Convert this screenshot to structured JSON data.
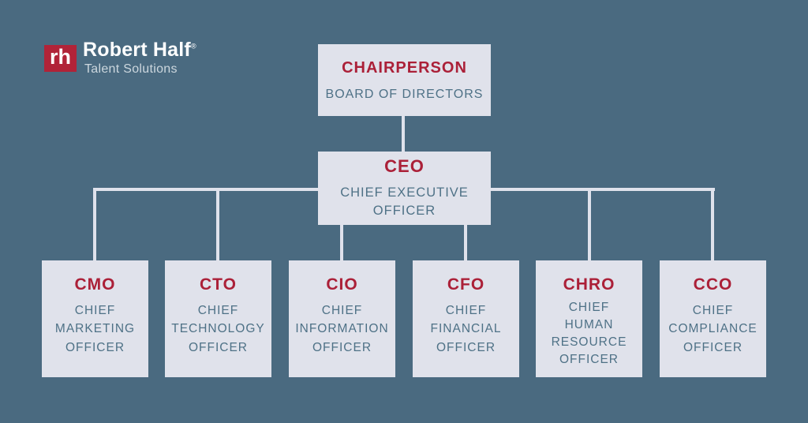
{
  "colors": {
    "background": "#4a6a80",
    "box_fill": "#e0e2eb",
    "connector": "#dfe2ec",
    "accent_red": "#ab2038",
    "brand_red": "#b12338",
    "role_text": "#4e7186",
    "logo_text": "#ffffff",
    "logo_subtext": "#ccd7de"
  },
  "logo": {
    "badge": "rh",
    "name": "Robert Half",
    "registered": "®",
    "subtitle": "Talent Solutions"
  },
  "org": {
    "chairperson": {
      "title": "CHAIRPERSON",
      "subtitle": "BOARD OF DIRECTORS"
    },
    "ceo": {
      "title": "CEO",
      "subtitle": "CHIEF EXECUTIVE\nOFFICER"
    },
    "officers": [
      {
        "acronym": "CMO",
        "title": "CHIEF\nMARKETING\nOFFICER"
      },
      {
        "acronym": "CTO",
        "title": "CHIEF\nTECHNOLOGY\nOFFICER"
      },
      {
        "acronym": "CIO",
        "title": "CHIEF\nINFORMATION\nOFFICER"
      },
      {
        "acronym": "CFO",
        "title": "CHIEF\nFINANCIAL\nOFFICER"
      },
      {
        "acronym": "CHRO",
        "title": "CHIEF\nHUMAN\nRESOURCE\nOFFICER"
      },
      {
        "acronym": "CCO",
        "title": "CHIEF\nCOMPLIANCE\nOFFICER"
      }
    ]
  }
}
